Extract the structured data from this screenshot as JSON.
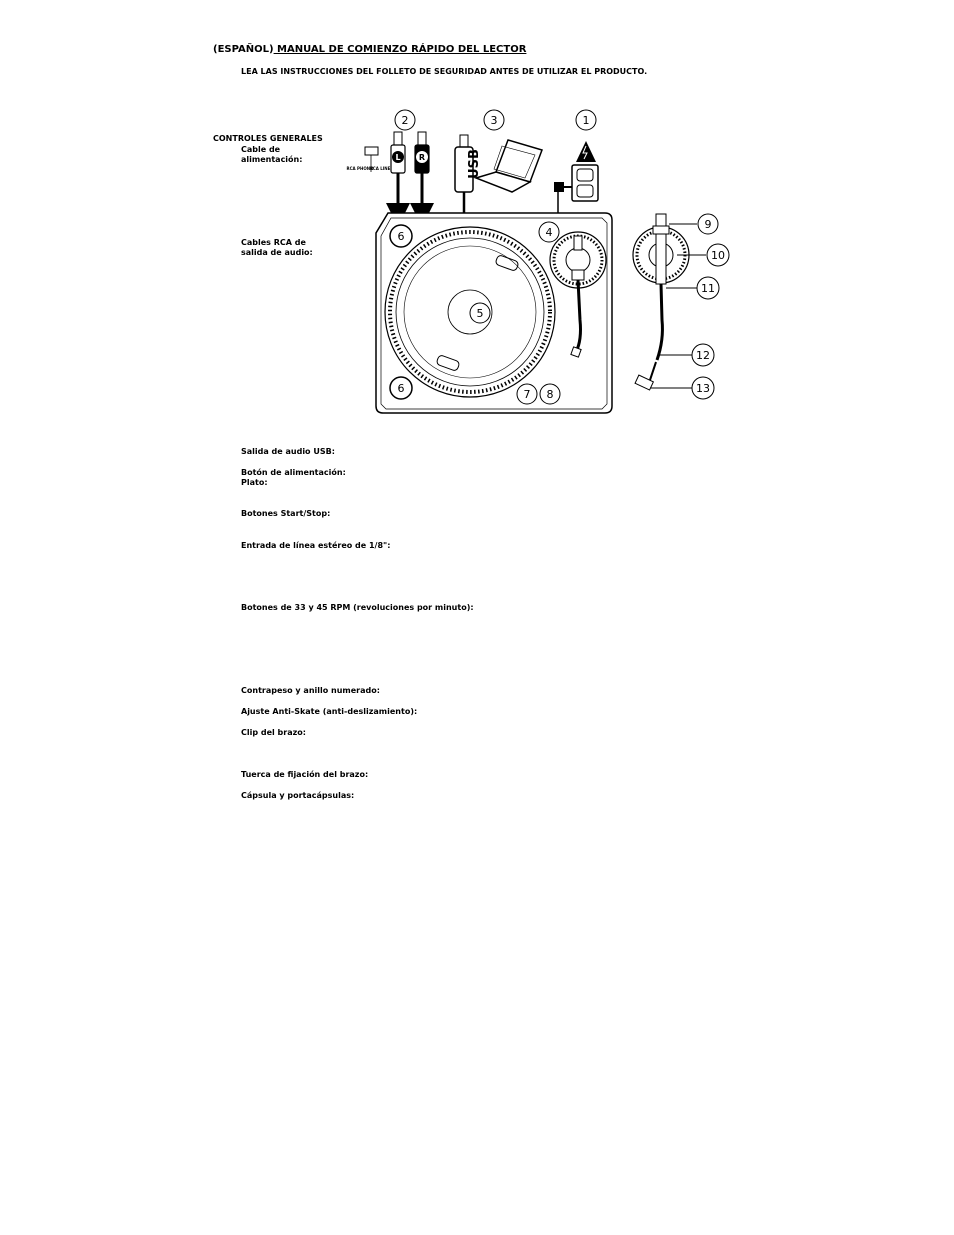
{
  "header": {
    "title_prefix": "(ESPAÑOL)",
    "title_main": " MANUAL DE COMIENZO RÁPIDO DEL LECTOR",
    "notice": "LEA LAS INSTRUCCIONES DEL FOLLETO DE SEGURIDAD ANTES DE UTILIZAR EL PRODUCTO."
  },
  "section": "CONTROLES GENERALES",
  "labels": {
    "l1a": "Cable de",
    "l1b": "alimentación:",
    "l2a": "Cables RCA de",
    "l2b": "salida de audio:",
    "l3": "Salida de audio USB:",
    "l4": "Botón de alimentación:",
    "l5": "Plato:",
    "l6": "Botones Start/Stop:",
    "l7": "Entrada de línea estéreo de 1/8\":",
    "l8": "Botones de 33 y 45 RPM (revoluciones por minuto):",
    "l9": "Contrapeso y anillo numerado:",
    "l10": "Ajuste Anti-Skate (anti-deslizamiento):",
    "l11": "Clip del brazo:",
    "l12": "Tuerca de fijación del brazo:",
    "l13": "Cápsula y portacápsulas:"
  },
  "diagram": {
    "switch_left": "RCA PHONO",
    "switch_right": "RCA LINE",
    "usb_text": "USB",
    "plug_left": "L",
    "plug_right": "R",
    "callouts": [
      "1",
      "2",
      "3",
      "4",
      "5",
      "6",
      "6",
      "7",
      "8",
      "9",
      "10",
      "11",
      "12",
      "13"
    ]
  }
}
